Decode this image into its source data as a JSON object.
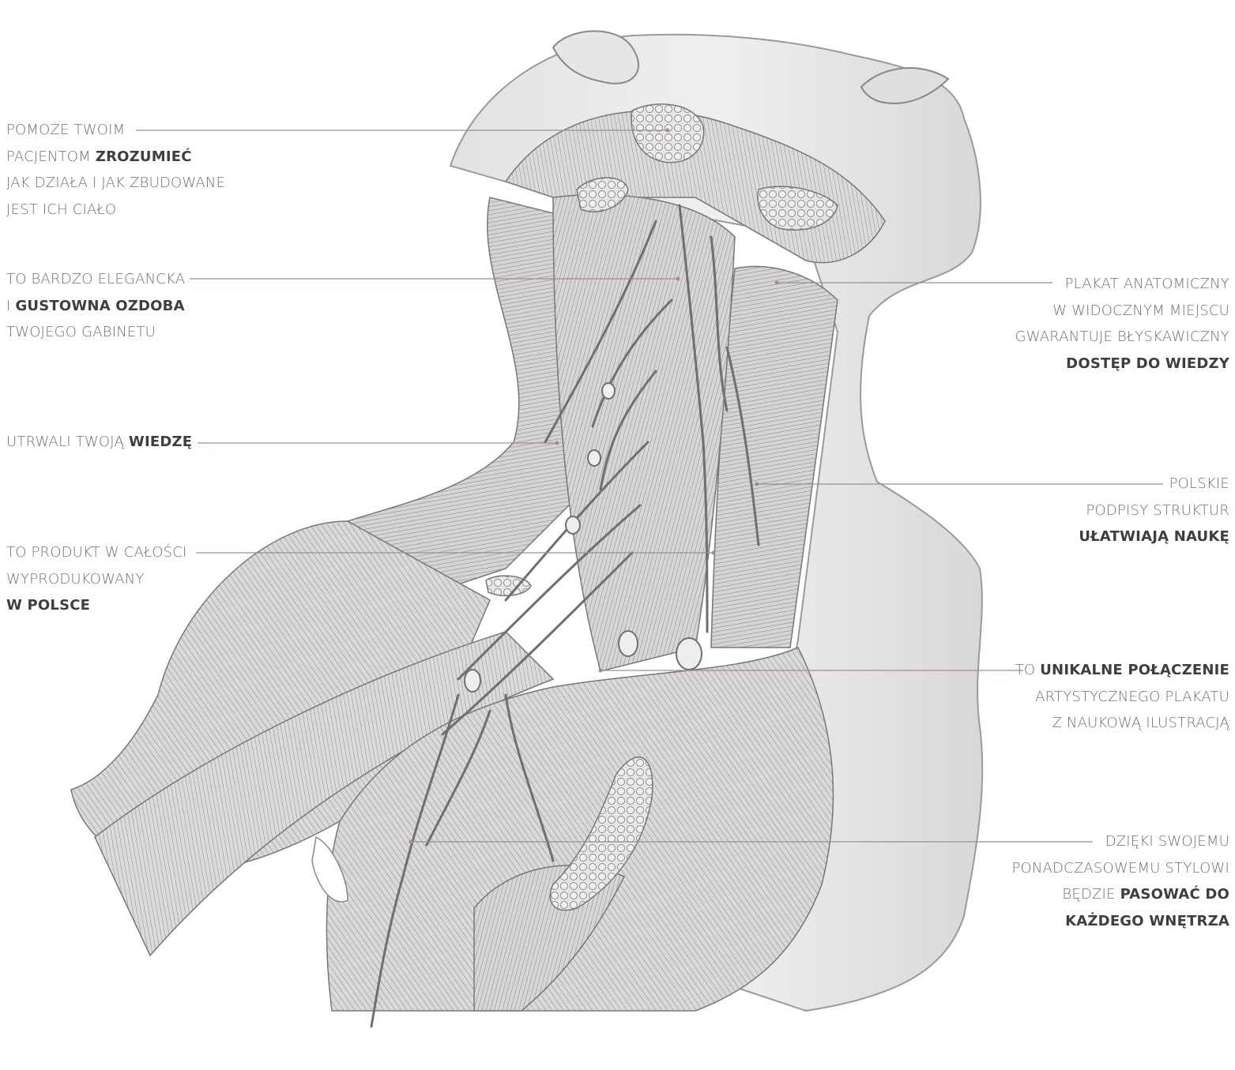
{
  "colors": {
    "leader_line": "#a38b8e",
    "text": "#707070",
    "text_strong": "#3e3e3e",
    "illustration_stroke": "#6b6b6b",
    "illustration_fill": "#dcdcdc",
    "skin_fill": "#ebebeb"
  },
  "annotations": [
    {
      "id": "understand",
      "side": "left",
      "lines": [
        [
          {
            "t": "POMOŻE TWOIM",
            "b": false
          }
        ],
        [
          {
            "t": "PACJENTOM ",
            "b": false
          },
          {
            "t": "ZROZUMIEĆ",
            "b": true
          }
        ],
        [
          {
            "t": "JAK DZIAŁA I JAK ZBUDOWANE",
            "b": false
          }
        ],
        [
          {
            "t": "JEST ICH CIAŁO",
            "b": false
          }
        ]
      ]
    },
    {
      "id": "elegant",
      "side": "left",
      "lines": [
        [
          {
            "t": "TO BARDZO ELEGANCKA",
            "b": false
          }
        ],
        [
          {
            "t": "I ",
            "b": false
          },
          {
            "t": "GUSTOWNA OZDOBA",
            "b": true
          }
        ],
        [
          {
            "t": "TWOJEGO GABINETU",
            "b": false
          }
        ]
      ]
    },
    {
      "id": "knowledge",
      "side": "left",
      "lines": [
        [
          {
            "t": "UTRWALI TWOJĄ ",
            "b": false
          },
          {
            "t": "WIEDZĘ",
            "b": true
          }
        ]
      ]
    },
    {
      "id": "poland",
      "side": "left",
      "lines": [
        [
          {
            "t": "TO PRODUKT W CAŁOŚCI",
            "b": false
          }
        ],
        [
          {
            "t": "WYPRODUKOWANY",
            "b": false
          }
        ],
        [
          {
            "t": "W POLSCE",
            "b": true
          }
        ]
      ]
    },
    {
      "id": "access",
      "side": "right",
      "lines": [
        [
          {
            "t": "PLAKAT ANATOMICZNY",
            "b": false
          }
        ],
        [
          {
            "t": "W WIDOCZNYM MIEJSCU",
            "b": false
          }
        ],
        [
          {
            "t": "GWARANTUJE BŁYSKAWICZNY",
            "b": false
          }
        ],
        [
          {
            "t": "DOSTĘP DO WIEDZY",
            "b": true
          }
        ]
      ]
    },
    {
      "id": "polish-labels",
      "side": "right",
      "lines": [
        [
          {
            "t": "POLSKIE",
            "b": false
          }
        ],
        [
          {
            "t": "PODPISY STRUKTUR",
            "b": false
          }
        ],
        [
          {
            "t": "UŁATWIAJĄ NAUKĘ",
            "b": true
          }
        ]
      ]
    },
    {
      "id": "unique",
      "side": "right",
      "lines": [
        [
          {
            "t": "TO ",
            "b": false
          },
          {
            "t": "UNIKALNE POŁĄCZENIE",
            "b": true
          }
        ],
        [
          {
            "t": "ARTYSTYCZNEGO PLAKATU",
            "b": false
          }
        ],
        [
          {
            "t": "Z NAUKOWĄ ILUSTRACJĄ",
            "b": false
          }
        ]
      ]
    },
    {
      "id": "timeless",
      "side": "right",
      "lines": [
        [
          {
            "t": "DZIĘKI SWOJEMU",
            "b": false
          }
        ],
        [
          {
            "t": "PONADCZASOWEMU STYLOWI",
            "b": false
          }
        ],
        [
          {
            "t": "BĘDZIE ",
            "b": false
          },
          {
            "t": "PASOWAĆ DO",
            "b": true
          }
        ],
        [
          {
            "t": "KAŻDEGO WNĘTRZA",
            "b": true
          }
        ]
      ]
    }
  ]
}
